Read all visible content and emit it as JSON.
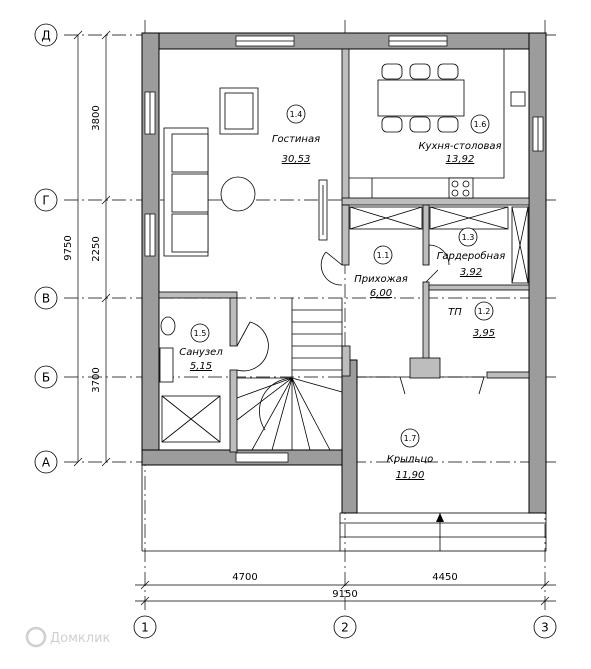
{
  "rooms": [
    {
      "num": "1.4",
      "name": "Гостиная",
      "area": "30,53"
    },
    {
      "num": "1.6",
      "name": "Кухня-столовая",
      "area": "13,92"
    },
    {
      "num": "1.1",
      "name": "Прихожая",
      "area": "6,00"
    },
    {
      "num": "1.3",
      "name": "Гардеробная",
      "area": "3,92"
    },
    {
      "num": "1.2",
      "name": "ТП",
      "area": "3,95"
    },
    {
      "num": "1.5",
      "name": "Санузел",
      "area": "5,15"
    },
    {
      "num": "1.7",
      "name": "Крыльцо",
      "area": "11,90"
    }
  ],
  "axes": {
    "rows": [
      "Д",
      "Г",
      "В",
      "Б",
      "А"
    ],
    "cols": [
      "1",
      "2",
      "3"
    ]
  },
  "dimensions": {
    "left_total": "9750",
    "left_parts": [
      "3800",
      "2250",
      "3700"
    ],
    "bottom_parts": [
      "4700",
      "4450"
    ],
    "bottom_total": "9150"
  },
  "watermark": "Домклик",
  "colors": {
    "wall": "#9c9c9c",
    "line": "#000000"
  }
}
